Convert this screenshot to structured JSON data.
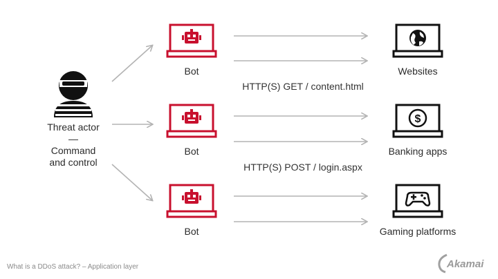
{
  "actor": {
    "label_line1": "Threat actor",
    "label_divider": "—",
    "label_line2": "Command",
    "label_line3": "and control"
  },
  "bots": [
    {
      "label": "Bot"
    },
    {
      "label": "Bot"
    },
    {
      "label": "Bot"
    }
  ],
  "targets": [
    {
      "label": "Websites",
      "icon": "globe-icon"
    },
    {
      "label": "Banking apps",
      "icon": "dollar-coin-icon"
    },
    {
      "label": "Gaming platforms",
      "icon": "gamepad-icon"
    }
  ],
  "requests": {
    "get": "HTTP(S) GET / content.html",
    "post": "HTTP(S) POST / login.aspx"
  },
  "caption": "What is a DDoS attack? – Application layer",
  "brand": "Akamai",
  "colors": {
    "bot": "#c8102e",
    "arrow": "#b3b3b3",
    "ink": "#111111"
  }
}
